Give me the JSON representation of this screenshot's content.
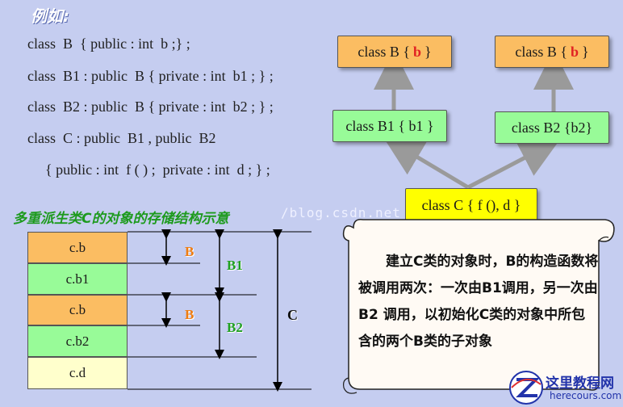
{
  "example_title": "例如:",
  "code": [
    "class  B  { public : int  b ;} ;",
    "class  B1 : public  B { private : int  b1 ; } ;",
    "class  B2 : public  B { private : int  b2 ; } ;",
    "class  C : public  B1 , public  B2",
    "{ public : int  f ( ) ;  private : int  d ; } ;"
  ],
  "diagram": {
    "class_b_left": {
      "prefix": "class B  {",
      "member": "b",
      "suffix": "}"
    },
    "class_b_right": {
      "prefix": "class B  {",
      "member": "b",
      "suffix": "}"
    },
    "class_b1": "class B1 { b1 }",
    "class_b2": "class B2 {b2}",
    "class_c": "class C { f (), d }"
  },
  "storage": {
    "title": "多重派生类C的对象的存储结构示意",
    "cells": [
      "c.b",
      "c.b1",
      "c.b",
      "c.b2",
      "c.d"
    ],
    "labels": {
      "b_top": "B",
      "b_bottom": "B",
      "b1": "B1",
      "b2": "B2",
      "c": "C"
    }
  },
  "watermark": "/blog.csdn.net",
  "note": "建立C类的对象时，B的构造函数将被调用两次：一次由B1调用，另一次由B2 调用，以初始化C类的对象中所包含的两个B类的子对象",
  "logo": {
    "cn": "这里教程网",
    "en": "herecours.com"
  },
  "colors": {
    "background": "#c5cdf0",
    "orange": "#fbbd62",
    "green": "#98fb98",
    "yellow": "#ffff00",
    "cream": "#ffffcc",
    "scroll": "#fffaf4"
  }
}
